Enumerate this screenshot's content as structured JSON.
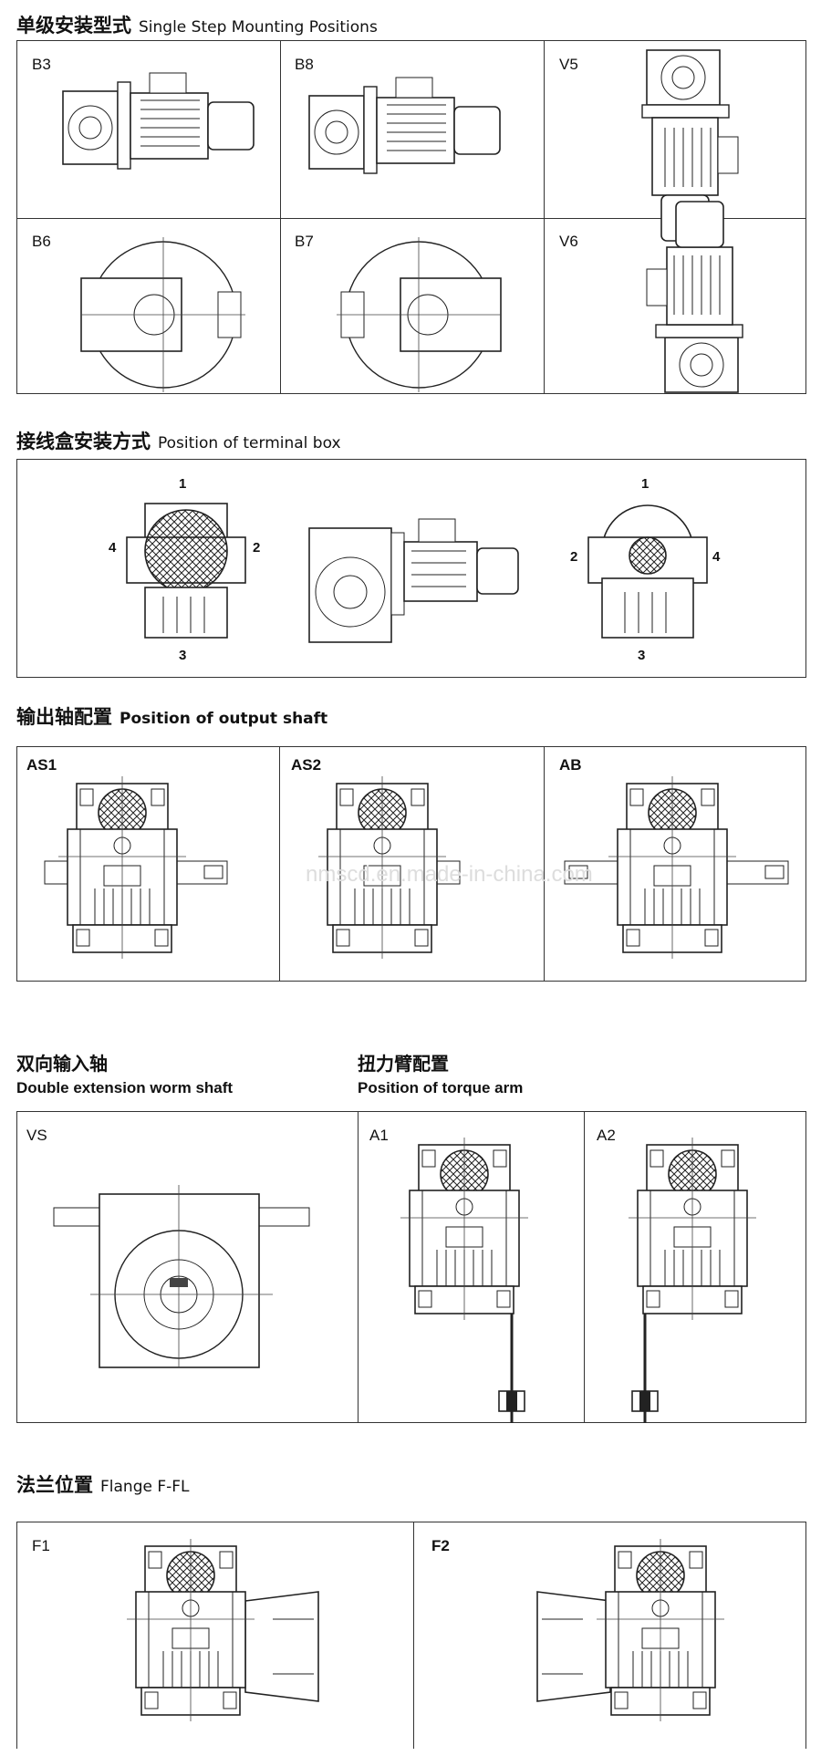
{
  "sections": {
    "mounting": {
      "cn": "单级安装型式",
      "en": "Single Step Mounting Positions",
      "labels": [
        "B3",
        "B8",
        "V5",
        "B6",
        "B7",
        "V6"
      ]
    },
    "terminal": {
      "cn": "接线盒安装方式",
      "en": "Position of terminal box",
      "left_nums": [
        "1",
        "2",
        "3",
        "4"
      ],
      "right_nums": [
        "1",
        "2",
        "3",
        "4"
      ]
    },
    "output": {
      "cn": "输出轴配置",
      "en": "Position of output shaft",
      "labels": [
        "AS1",
        "AS2",
        "AB"
      ]
    },
    "double": {
      "cn": "双向输入轴",
      "en": "Double extension worm shaft",
      "label": "VS"
    },
    "torque": {
      "cn": "扭力臂配置",
      "en": "Position of torque arm",
      "labels": [
        "A1",
        "A2"
      ]
    },
    "flange": {
      "cn": "法兰位置",
      "en": "Flange F-FL",
      "labels": [
        "F1",
        "F2"
      ]
    }
  },
  "watermark": "nmscd.en.made-in-china.com"
}
